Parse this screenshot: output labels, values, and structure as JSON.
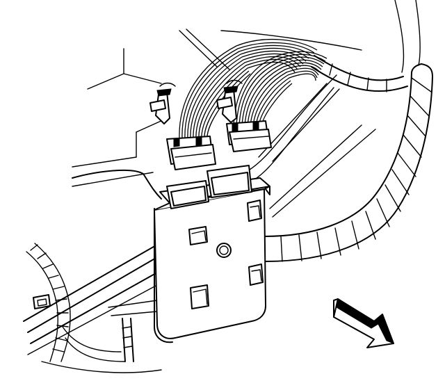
{
  "figure": {
    "colors": {
      "line": "#000000",
      "background": "#ffffff"
    },
    "parts": [
      {
        "key": "module",
        "icon": "electronic-module-icon"
      },
      {
        "key": "connector-left",
        "icon": "harness-connector-icon"
      },
      {
        "key": "connector-right",
        "icon": "harness-connector-icon"
      },
      {
        "key": "wire-harness",
        "icon": "wire-bundle-icon"
      },
      {
        "key": "retainer-clips",
        "icon": "push-pin-retainer-icon"
      },
      {
        "key": "mounting-bracket",
        "icon": "bracket-icon"
      },
      {
        "key": "direction-arrow",
        "icon": "arrow-icon"
      }
    ]
  }
}
